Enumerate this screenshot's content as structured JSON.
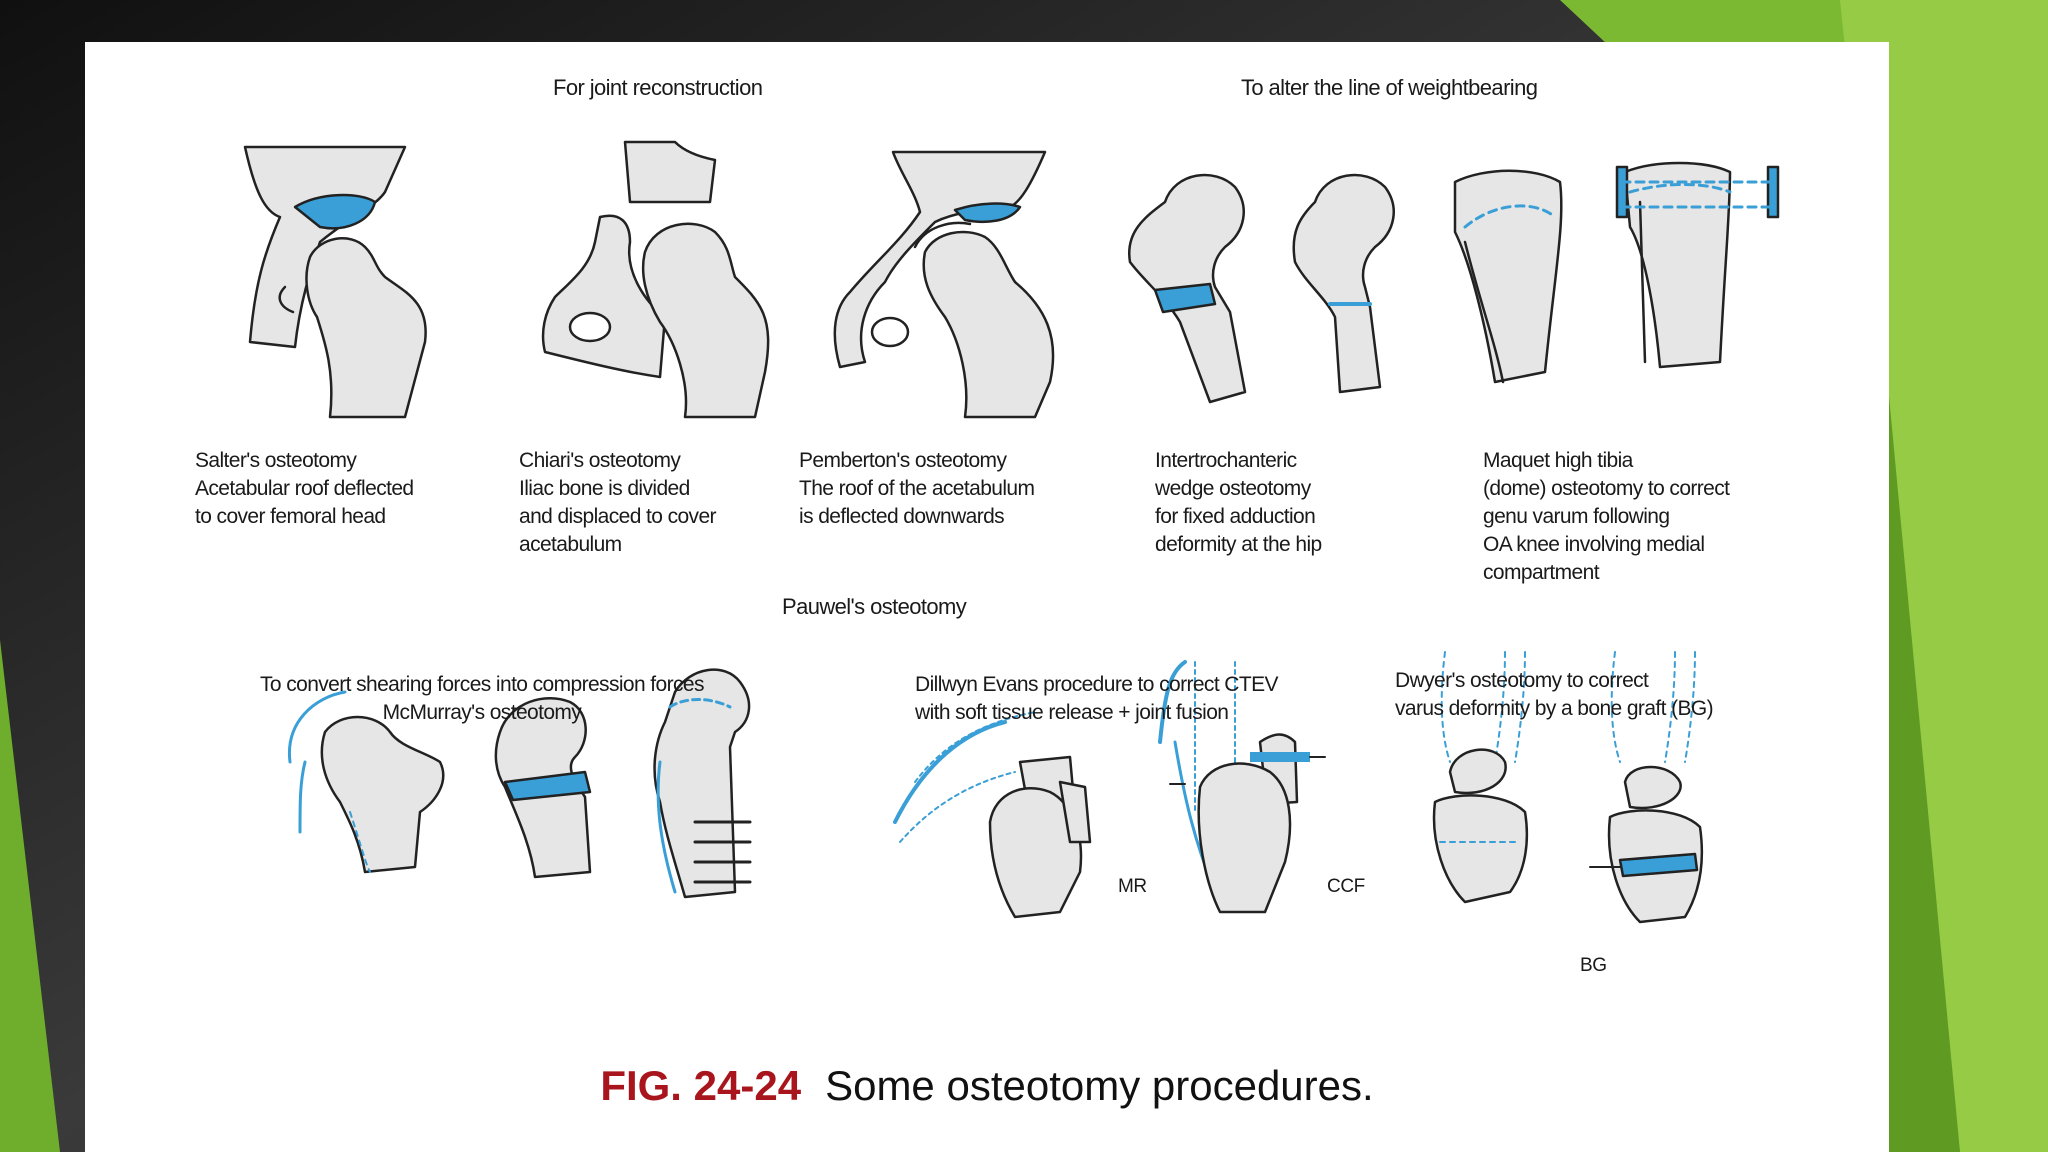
{
  "colors": {
    "background_dark": "#1e1e1e",
    "accent_green": "#8dc63f",
    "bone_fill": "#e6e6e6",
    "highlight_blue": "#3a9fd6",
    "caption_red": "#a8151c"
  },
  "headers": {
    "joint_reconstruction": "For joint reconstruction",
    "weightbearing": "To alter the line of weightbearing",
    "pauwel": "Pauwel's osteotomy",
    "shearing_line1": "To convert shearing forces into compression forces",
    "shearing_line2": "McMurray's osteotomy",
    "dillwyn_line1": "Dillwyn Evans procedure to correct CTEV",
    "dillwyn_line2": "with soft tissue release + joint fusion",
    "dwyer_line1": "Dwyer's osteotomy to correct",
    "dwyer_line2": "varus deformity by a bone graft (BG)"
  },
  "descriptions": {
    "salter": [
      "Salter's osteotomy",
      "Acetabular roof deflected",
      "to cover femoral head"
    ],
    "chiari": [
      "Chiari's osteotomy",
      "Iliac bone is divided",
      "and displaced to cover",
      "acetabulum"
    ],
    "pemberton": [
      "Pemberton's osteotomy",
      "The roof of the acetabulum",
      "is deflected downwards"
    ],
    "intertrochanteric": [
      "Intertrochanteric",
      "wedge osteotomy",
      "for fixed adduction",
      "deformity at the hip"
    ],
    "maquet": [
      "Maquet high tibia",
      "(dome) osteotomy to correct",
      "genu varum following",
      "OA knee involving medial",
      "compartment"
    ]
  },
  "labels": {
    "mr": "MR",
    "ccf": "CCF",
    "bg": "BG"
  },
  "caption": {
    "number": "FIG. 24-24",
    "text": "Some osteotomy procedures."
  }
}
